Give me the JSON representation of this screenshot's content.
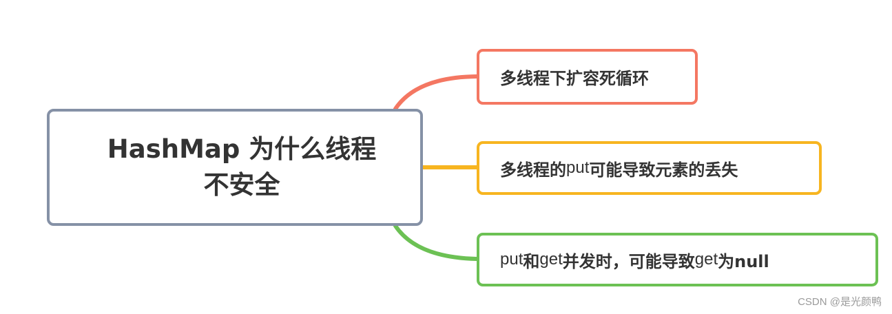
{
  "central": {
    "title_line1": "HashMap 为什么线程",
    "title_line2": "不安全",
    "border_color": "#8591a6"
  },
  "branches": [
    {
      "segments": [
        "多线程下扩容死循环"
      ],
      "color": "#f47762"
    },
    {
      "segments": [
        "多线程的 ",
        "put",
        " 可能导致元素的丢失"
      ],
      "color": "#f7b520"
    },
    {
      "segments": [
        "put",
        " 和 ",
        "get",
        " 并发时，可能导致 ",
        "get",
        " 为null"
      ],
      "color": "#6cc154"
    }
  ],
  "watermark": "CSDN @是光颜鸭"
}
